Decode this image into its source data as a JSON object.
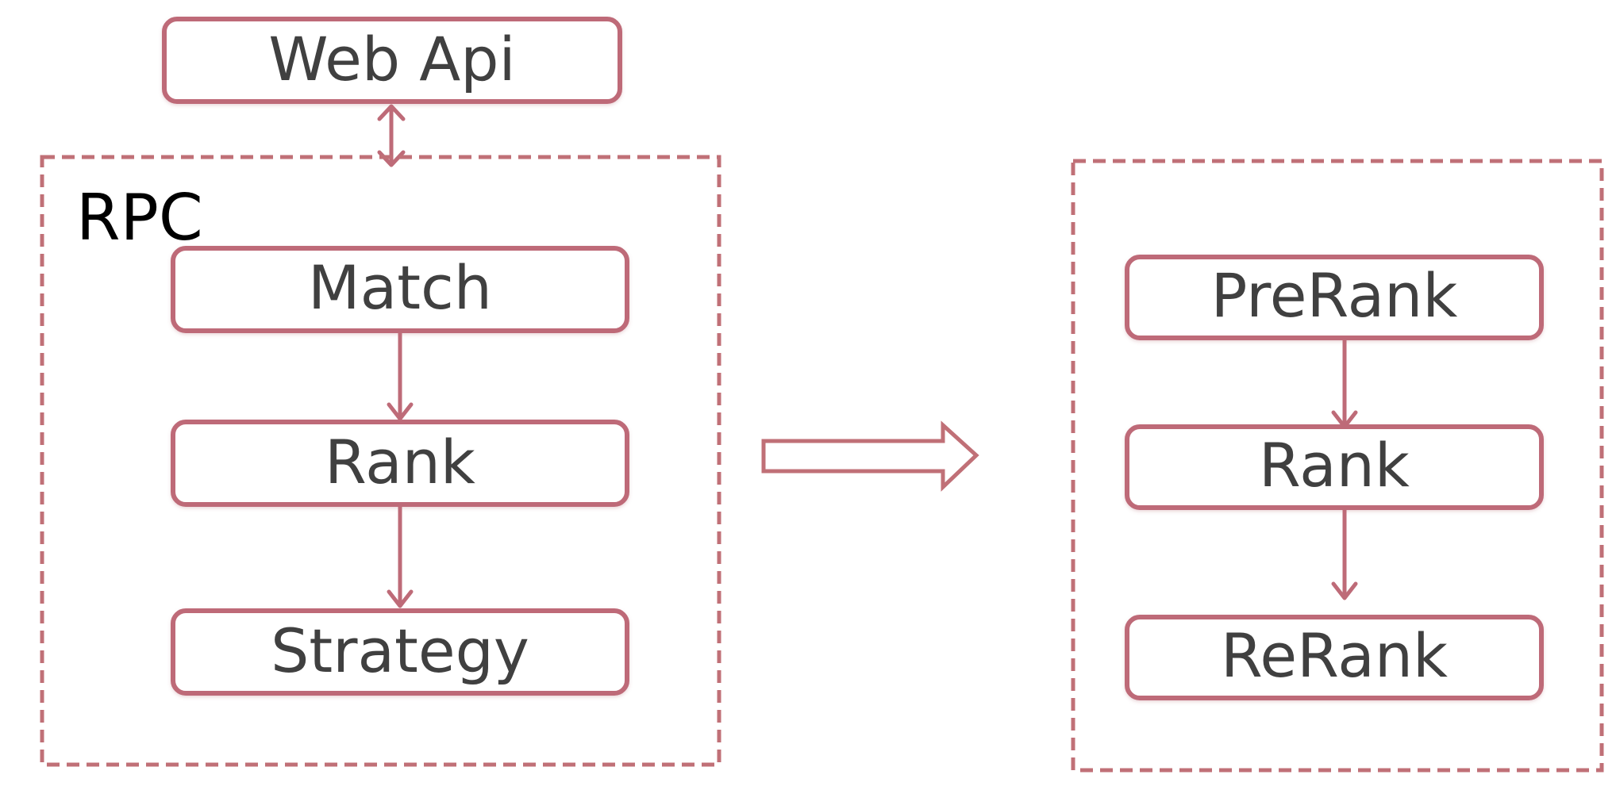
{
  "colors": {
    "node_border": "#be6b78",
    "group_border": "#c07077",
    "node_text": "#404040",
    "group_label_text": "#000000",
    "background": "#ffffff"
  },
  "before": {
    "web_api": "Web Api",
    "group_label": "RPC",
    "nodes": [
      "Match",
      "Rank",
      "Strategy"
    ]
  },
  "after": {
    "nodes": [
      "PreRank",
      "Rank",
      "ReRank"
    ]
  },
  "transition_icon": "hollow-right-arrow-icon"
}
